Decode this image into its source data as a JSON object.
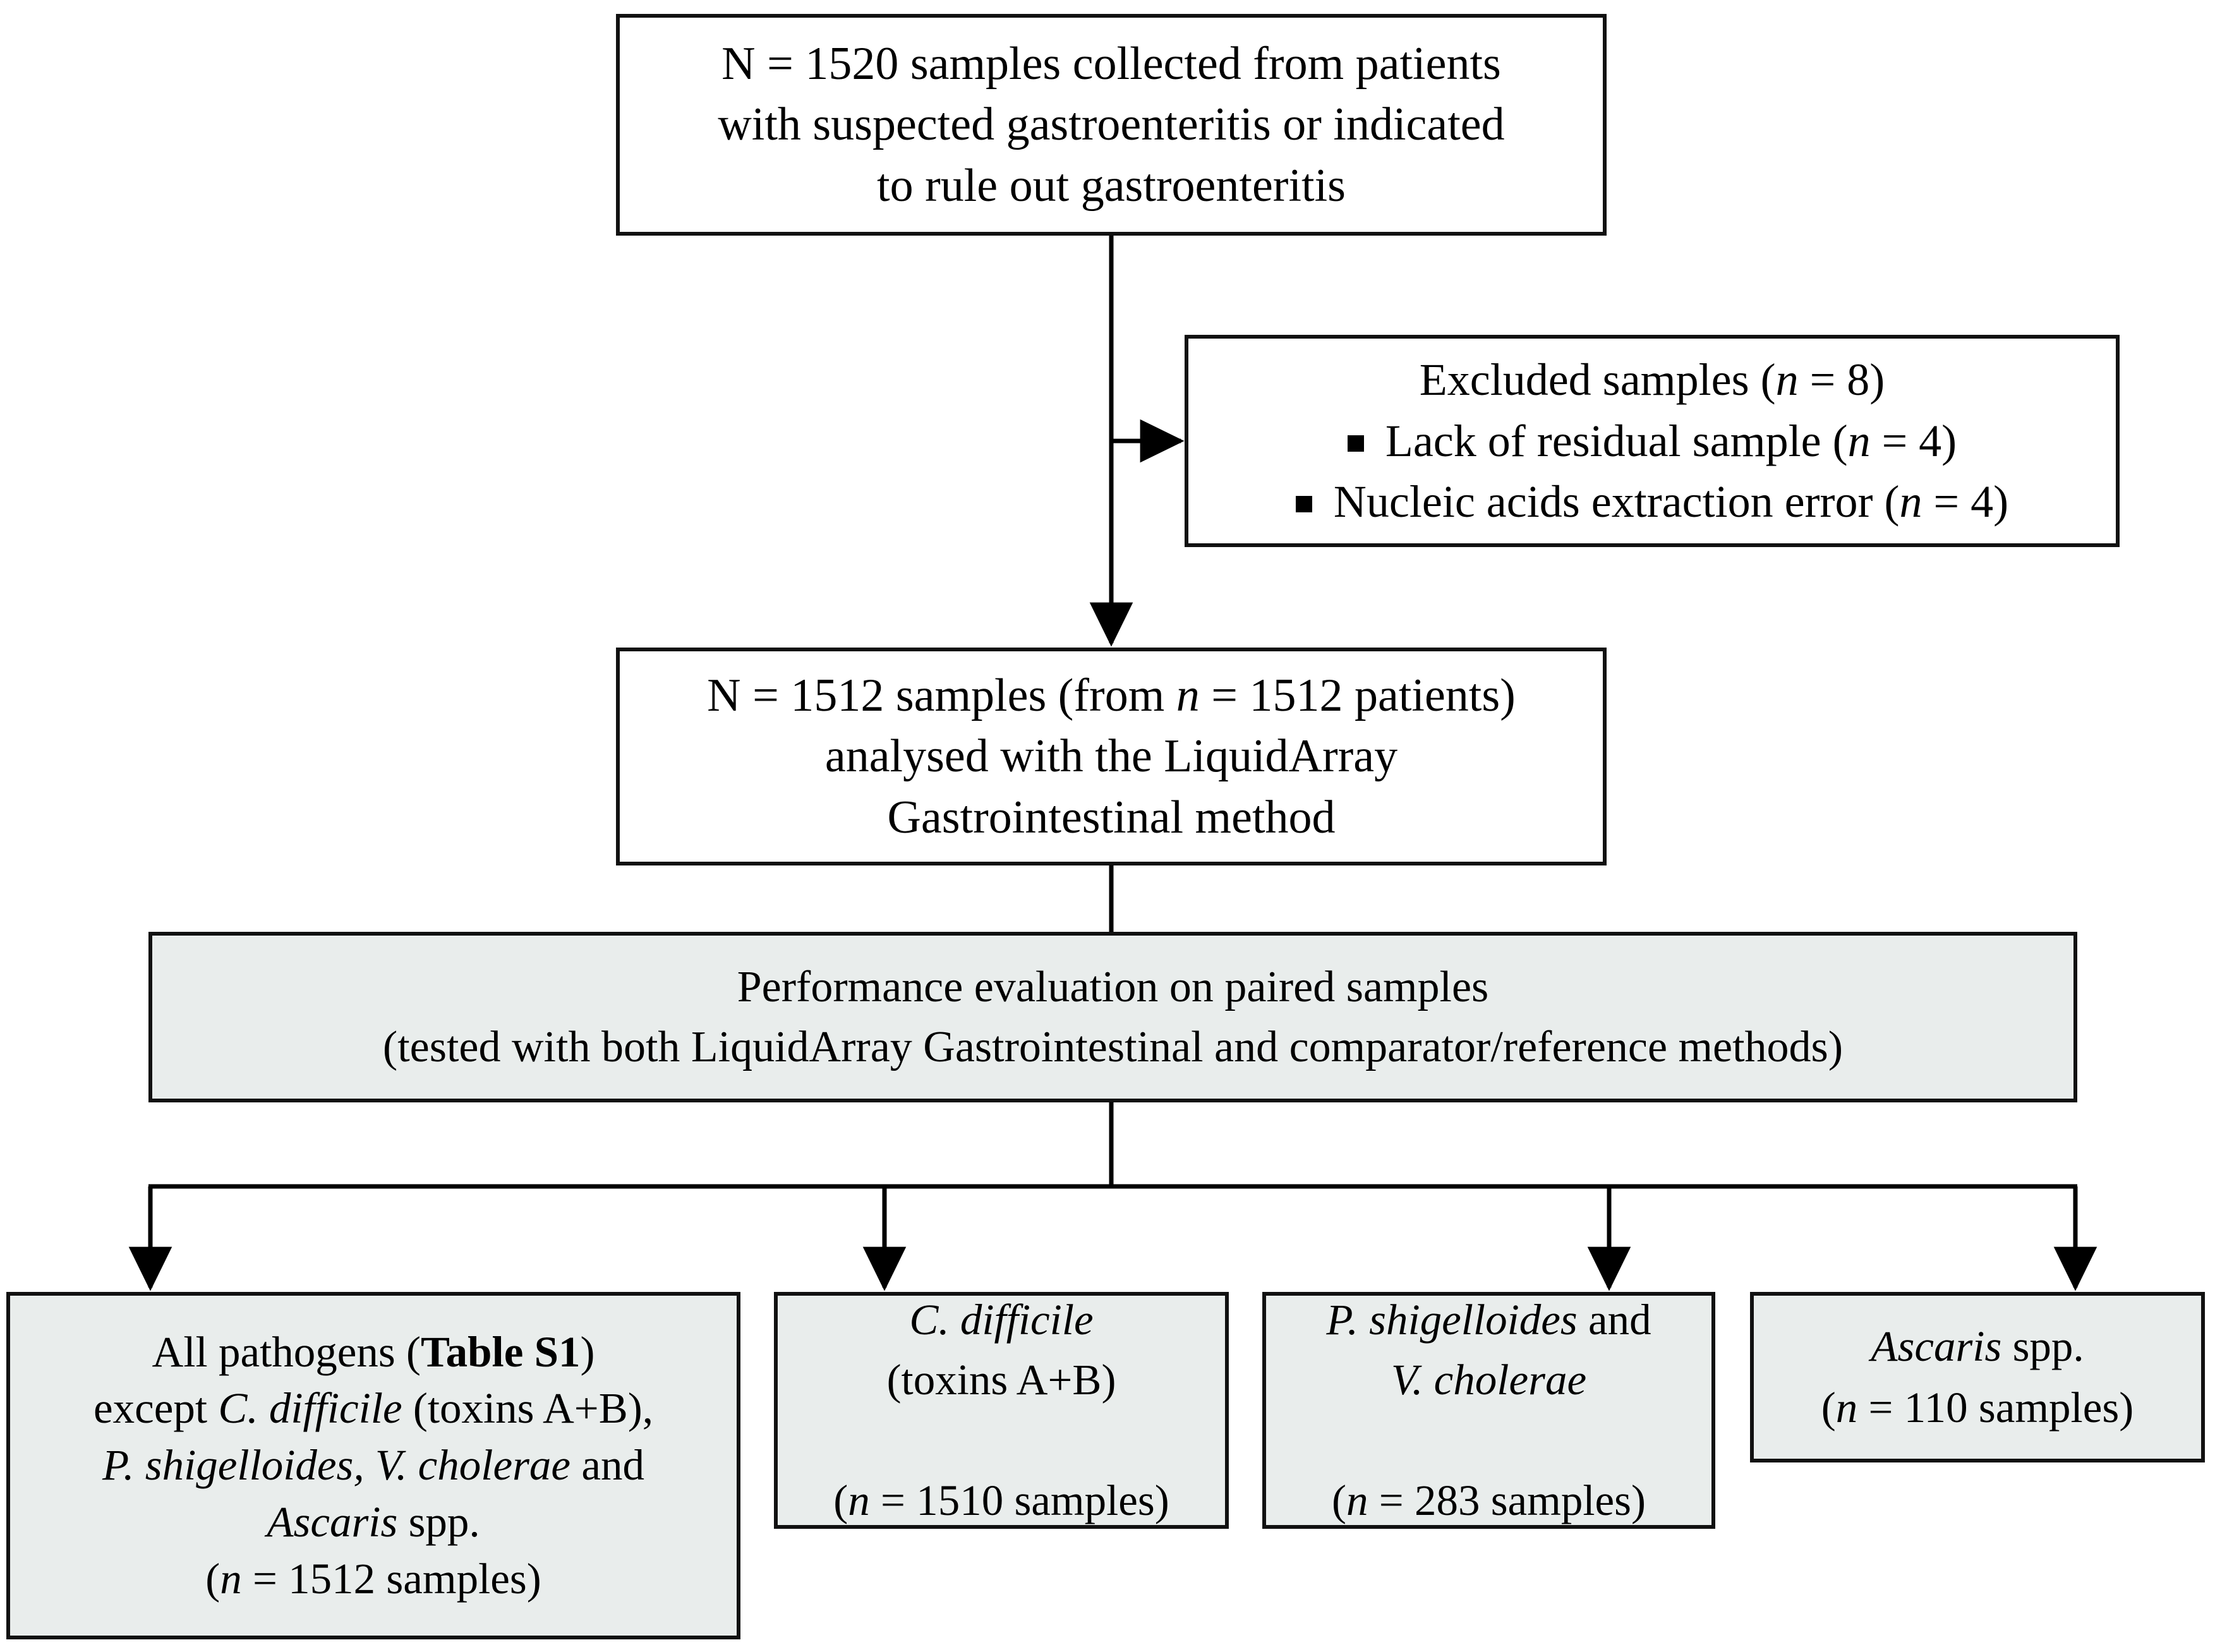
{
  "figure": {
    "type": "flowchart",
    "title": "Study sample flow for LiquidArray Gastrointestinal evaluation",
    "colors": {
      "box_fill_white": "#ffffff",
      "box_fill_gray": "#e9edec",
      "border": "#111111",
      "connector": "#000000",
      "page_background": "#ffffff"
    }
  },
  "nodes": {
    "collected": {
      "id": "collected-samples-box",
      "style": "white",
      "text": "N = 1520 samples collected from patients\nwith suspected gastroenteritis or indicated\nto rule out gastroenteritis",
      "lines": [
        "N = 1520 samples collected from patients",
        "with suspected gastroenteritis or indicated",
        "to rule out gastroenteritis"
      ],
      "value_N": 1520
    },
    "excluded": {
      "id": "excluded-samples-box",
      "style": "white",
      "heading": "Excluded samples (n = 8)",
      "heading_value": 8,
      "items": [
        {
          "label": "Lack of residual sample (n = 4)",
          "value": 4
        },
        {
          "label": "Nucleic acids extraction error (n = 4)",
          "value": 4
        }
      ]
    },
    "analysed": {
      "id": "analysed-samples-box",
      "style": "white",
      "lines": [
        "N = 1512 samples (from n = 1512 patients)",
        "analysed with the LiquidArray",
        "Gastrointestinal method"
      ],
      "value_N": 1512,
      "value_n_patients": 1512,
      "method": "LiquidArray Gastrointestinal"
    },
    "performance": {
      "id": "performance-evaluation-box",
      "style": "gray",
      "lines": [
        "Performance evaluation on paired samples",
        "(tested with both LiquidArray Gastrointestinal and comparator/reference methods)"
      ]
    }
  },
  "outcome_boxes": [
    {
      "id": "all-pathogens-box",
      "style": "gray",
      "line1": "All pathogens (Table S1)",
      "table_ref": "Table S1",
      "line2": "except C. difficile (toxins A+B),",
      "line3": "P. shigelloides, V. cholerae and",
      "line4": "Ascaris spp.",
      "count_label": "(n = 1512 samples)",
      "count": 1512
    },
    {
      "id": "c-difficile-box",
      "style": "gray",
      "line1": "C. difficile",
      "line2": "(toxins A+B)",
      "count_label": "(n = 1510 samples)",
      "count": 1510
    },
    {
      "id": "p-shigelloides-v-cholerae-box",
      "style": "gray",
      "line1": "P. shigelloides and",
      "line2": "V. cholerae",
      "count_label": "(n = 283 samples)",
      "count": 283
    },
    {
      "id": "ascaris-box",
      "style": "gray",
      "line1": "Ascaris spp.",
      "count_label": "(n = 110 samples)",
      "count": 110
    }
  ],
  "connectors": [
    {
      "from": "collected",
      "to": "analysed",
      "kind": "vertical-arrow"
    },
    {
      "from": "collected",
      "to": "excluded",
      "kind": "elbow-right-arrow"
    },
    {
      "from": "analysed",
      "to": "performance",
      "kind": "vertical-line"
    },
    {
      "from": "performance",
      "to": "all-pathogens-box",
      "kind": "branch-arrow"
    },
    {
      "from": "performance",
      "to": "c-difficile-box",
      "kind": "branch-arrow"
    },
    {
      "from": "performance",
      "to": "p-shigelloides-v-cholerae-box",
      "kind": "branch-arrow"
    },
    {
      "from": "performance",
      "to": "ascaris-box",
      "kind": "branch-arrow"
    }
  ]
}
